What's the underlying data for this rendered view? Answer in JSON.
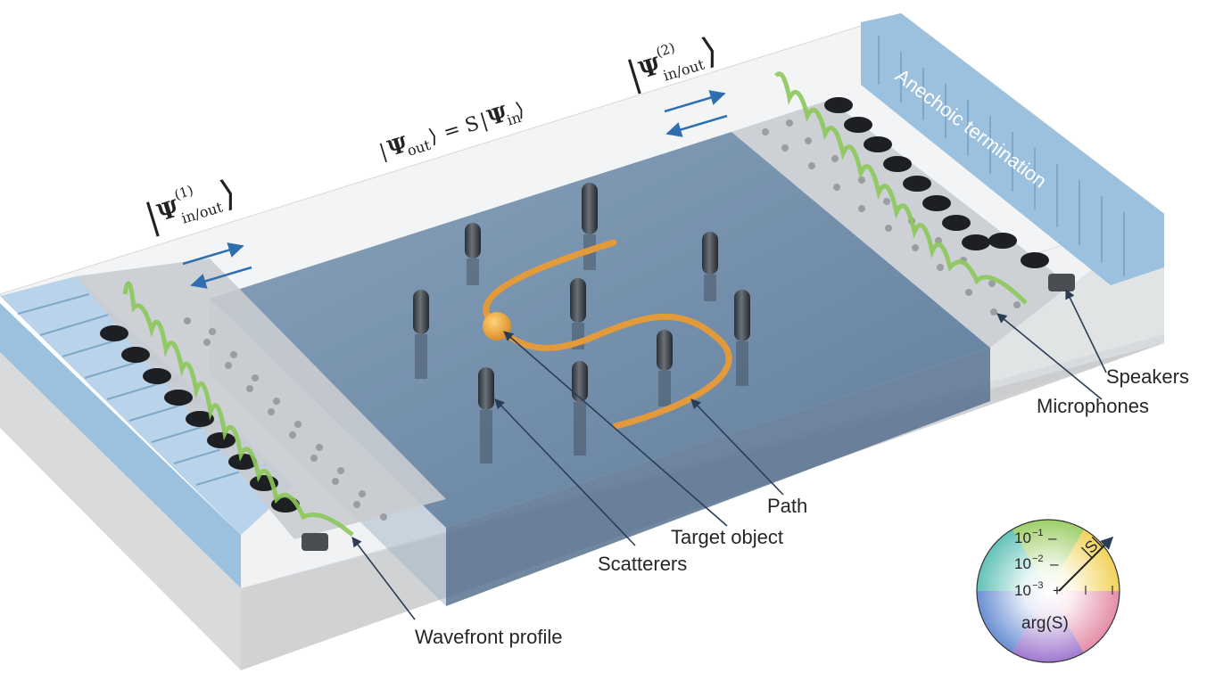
{
  "labels": {
    "anechoic": "Anechoic termination",
    "speakers": "Speakers",
    "microphones": "Microphones",
    "path": "Path",
    "target_object": "Target object",
    "scatterers": "Scatterers",
    "wavefront": "Wavefront profile"
  },
  "equation": {
    "psi": "Ψ",
    "out": "out",
    "in": "in",
    "equals_s": "= S",
    "left_mode_sup": "(1)",
    "right_mode_sup": "(2)",
    "mode_sub": "in/out"
  },
  "color_wheel": {
    "tick_1": "10",
    "tick_1_exp": "−1",
    "tick_2": "10",
    "tick_2_exp": "−2",
    "tick_3": "10",
    "tick_3_exp": "−3",
    "magnitude": "|S|",
    "phase": "arg(S)"
  },
  "colors": {
    "water": "#6f8aa6",
    "absorber": "#8fb6d6",
    "wave": "#8cc85a",
    "path": "#e39a3b",
    "arrow": "#2f6fb0"
  }
}
